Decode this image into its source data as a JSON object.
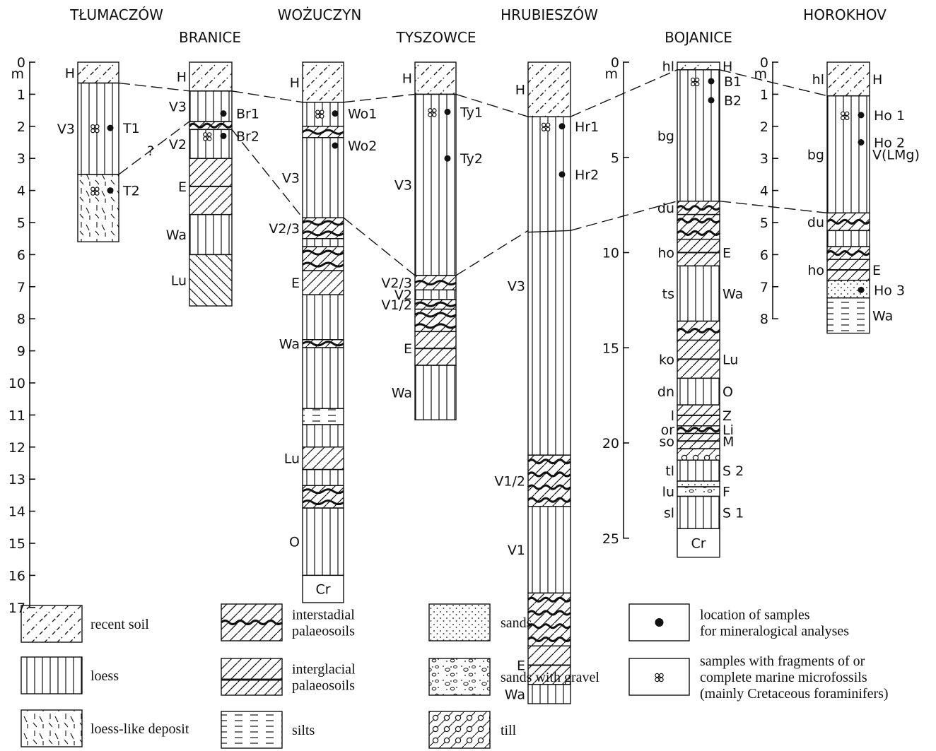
{
  "chart_data": {
    "type": "stratigraphic-section",
    "depth_unit": "m",
    "depth_axes": [
      {
        "name": "left",
        "ticks": [
          "0",
          "1",
          "2",
          "3",
          "4",
          "5",
          "6",
          "7",
          "8",
          "9",
          "10",
          "11",
          "12",
          "13",
          "14",
          "15",
          "16",
          "17"
        ],
        "range": [
          0,
          17
        ]
      },
      {
        "name": "bojanice",
        "ticks": [
          "0",
          "5",
          "10",
          "15",
          "20",
          "25"
        ],
        "range": [
          0,
          25
        ]
      },
      {
        "name": "horokhov",
        "ticks": [
          "0",
          "1",
          "2",
          "3",
          "4",
          "5",
          "6",
          "7",
          "8"
        ],
        "range": [
          0,
          8
        ]
      }
    ],
    "profiles": [
      {
        "name": "TŁUMACZÓW",
        "scale": "left",
        "layers": [
          {
            "top": 0,
            "bottom": 0.65,
            "type": "recent-soil",
            "label": "H"
          },
          {
            "top": 0.65,
            "bottom": 3.5,
            "type": "loess",
            "label": "V3"
          },
          {
            "top": 3.5,
            "bottom": 5.6,
            "type": "loess-like",
            "label": ""
          }
        ],
        "samples": [
          {
            "depth": 2.05,
            "label": "T1",
            "fossil": true
          },
          {
            "depth": 4.0,
            "label": "T2",
            "fossil": true
          }
        ]
      },
      {
        "name": "BRANICE",
        "scale": "left",
        "layers": [
          {
            "top": 0,
            "bottom": 0.9,
            "type": "recent-soil",
            "label": "H"
          },
          {
            "top": 0.9,
            "bottom": 1.85,
            "type": "loess",
            "label": "V3"
          },
          {
            "top": 1.85,
            "bottom": 2.1,
            "type": "interstadial",
            "label": ""
          },
          {
            "top": 2.1,
            "bottom": 3.0,
            "type": "loess",
            "label": "V2"
          },
          {
            "top": 3.0,
            "bottom": 4.75,
            "type": "interglacial",
            "label": "E"
          },
          {
            "top": 4.75,
            "bottom": 6.0,
            "type": "loess",
            "label": "Wa"
          },
          {
            "top": 6.0,
            "bottom": 7.6,
            "type": "interglacial-rev",
            "label": "Lu"
          }
        ],
        "samples": [
          {
            "depth": 1.6,
            "label": "Br1",
            "fossil": false
          },
          {
            "depth": 2.3,
            "label": "Br2",
            "fossil": true
          }
        ]
      },
      {
        "name": "WOŻUCZYN",
        "scale": "left",
        "layers": [
          {
            "top": 0,
            "bottom": 1.25,
            "type": "recent-soil",
            "label": "H"
          },
          {
            "top": 1.25,
            "bottom": 2.0,
            "type": "loess",
            "label": ""
          },
          {
            "top": 2.0,
            "bottom": 2.35,
            "type": "interstadial",
            "label": ""
          },
          {
            "top": 2.35,
            "bottom": 4.85,
            "type": "loess",
            "label": "V3"
          },
          {
            "top": 4.85,
            "bottom": 5.5,
            "type": "interstadial",
            "label": "V2/3"
          },
          {
            "top": 5.5,
            "bottom": 5.75,
            "type": "loess",
            "label": ""
          },
          {
            "top": 5.75,
            "bottom": 6.5,
            "type": "interstadial",
            "label": ""
          },
          {
            "top": 6.5,
            "bottom": 7.25,
            "type": "interglacial",
            "label": "E"
          },
          {
            "top": 7.25,
            "bottom": 8.65,
            "type": "loess",
            "label": ""
          },
          {
            "top": 8.65,
            "bottom": 8.9,
            "type": "interstadial",
            "label": "Wa"
          },
          {
            "top": 8.9,
            "bottom": 10.8,
            "type": "loess",
            "label": ""
          },
          {
            "top": 10.8,
            "bottom": 11.3,
            "type": "silts",
            "label": ""
          },
          {
            "top": 11.3,
            "bottom": 12.0,
            "type": "loess",
            "label": ""
          },
          {
            "top": 12.0,
            "bottom": 12.7,
            "type": "interglacial",
            "label": "Lu"
          },
          {
            "top": 12.7,
            "bottom": 13.2,
            "type": "loess",
            "label": ""
          },
          {
            "top": 13.2,
            "bottom": 13.9,
            "type": "interstadial",
            "label": ""
          },
          {
            "top": 13.9,
            "bottom": 16.0,
            "type": "loess",
            "label": "O"
          },
          {
            "top": 16.0,
            "bottom": 16.85,
            "type": "cr",
            "label": "Cr"
          }
        ],
        "samples": [
          {
            "depth": 1.6,
            "label": "Wo1",
            "fossil": true
          },
          {
            "depth": 2.6,
            "label": "Wo2",
            "fossil": false
          }
        ]
      },
      {
        "name": "TYSZOWCE",
        "scale": "left",
        "layers": [
          {
            "top": 0,
            "bottom": 1.0,
            "type": "recent-soil",
            "label": "H"
          },
          {
            "top": 1.0,
            "bottom": 6.65,
            "type": "loess",
            "label": "V3"
          },
          {
            "top": 6.65,
            "bottom": 7.1,
            "type": "interstadial",
            "label": "V2/3"
          },
          {
            "top": 7.1,
            "bottom": 7.4,
            "type": "loess",
            "label": "V2"
          },
          {
            "top": 7.4,
            "bottom": 7.7,
            "type": "interstadial",
            "label": "V1/2"
          },
          {
            "top": 7.7,
            "bottom": 8.4,
            "type": "interstadial",
            "label": ""
          },
          {
            "top": 8.4,
            "bottom": 9.45,
            "type": "interglacial",
            "label": "E"
          },
          {
            "top": 9.45,
            "bottom": 11.15,
            "type": "loess",
            "label": "Wa"
          }
        ],
        "samples": [
          {
            "depth": 1.55,
            "label": "Ty1",
            "fossil": true
          },
          {
            "depth": 3.0,
            "label": "Ty2",
            "fossil": false
          }
        ]
      },
      {
        "name": "HRUBIESZÓW",
        "scale": "left",
        "layers": [
          {
            "top": 0,
            "bottom": 1.7,
            "type": "recent-soil",
            "label": "H"
          },
          {
            "top": 1.7,
            "bottom": 12.25,
            "type": "loess",
            "label": "V3"
          },
          {
            "top": 12.25,
            "bottom": 13.85,
            "type": "interstadial",
            "label": "V1/2"
          },
          {
            "top": 13.85,
            "bottom": 16.55,
            "type": "loess",
            "label": "V1"
          },
          {
            "top": 16.55,
            "bottom": 18.2,
            "type": "interstadial",
            "label": ""
          },
          {
            "top": 18.2,
            "bottom": 19.4,
            "type": "interglacial",
            "label": "E"
          },
          {
            "top": 19.4,
            "bottom": 20.0,
            "type": "loess",
            "label": "Wa"
          }
        ],
        "samples": [
          {
            "depth": 2.0,
            "label": "Hr1",
            "fossil": true
          },
          {
            "depth": 3.5,
            "label": "Hr2",
            "fossil": false
          }
        ]
      },
      {
        "name": "BOJANICE",
        "scale": "bojanice",
        "layers": [
          {
            "top": 0,
            "bottom": 0.4,
            "type": "recent-soil",
            "left_label": "hl",
            "label": "H"
          },
          {
            "top": 0.4,
            "bottom": 7.3,
            "type": "loess",
            "left_label": "bg",
            "label": ""
          },
          {
            "top": 7.3,
            "bottom": 8.0,
            "type": "interstadial",
            "left_label": "du",
            "label": ""
          },
          {
            "top": 8.0,
            "bottom": 9.3,
            "type": "interstadial",
            "left_label": "",
            "label": ""
          },
          {
            "top": 9.3,
            "bottom": 10.7,
            "type": "interglacial",
            "left_label": "ho",
            "label": "E"
          },
          {
            "top": 10.7,
            "bottom": 13.6,
            "type": "loess",
            "left_label": "ts",
            "label": "Wa"
          },
          {
            "top": 13.6,
            "bottom": 14.6,
            "type": "interstadial",
            "left_label": "",
            "label": ""
          },
          {
            "top": 14.6,
            "bottom": 16.6,
            "type": "interglacial",
            "left_label": "ko",
            "label": "Lu"
          },
          {
            "top": 16.6,
            "bottom": 18.0,
            "type": "loess",
            "left_label": "dn",
            "label": "O"
          },
          {
            "top": 18.0,
            "bottom": 19.1,
            "type": "interglacial",
            "left_label": "l",
            "label": "Z"
          },
          {
            "top": 19.1,
            "bottom": 19.5,
            "type": "interstadial",
            "left_label": "or",
            "label": "Li"
          },
          {
            "top": 19.5,
            "bottom": 20.3,
            "type": "interglacial",
            "left_label": "so",
            "label": "M"
          },
          {
            "top": 20.3,
            "bottom": 20.9,
            "type": "till",
            "left_label": "",
            "label": ""
          },
          {
            "top": 20.9,
            "bottom": 22.0,
            "type": "loess",
            "left_label": "tl",
            "label": "S 2"
          },
          {
            "top": 22.0,
            "bottom": 22.3,
            "type": "sands",
            "left_label": "",
            "label": ""
          },
          {
            "top": 22.3,
            "bottom": 22.8,
            "type": "sands-gravel",
            "left_label": "lu",
            "label": "F"
          },
          {
            "top": 22.8,
            "bottom": 24.5,
            "type": "loess",
            "left_label": "sl",
            "label": "S 1"
          },
          {
            "top": 24.5,
            "bottom": 26.0,
            "type": "cr",
            "left_label": "",
            "label": "Cr"
          }
        ],
        "samples": [
          {
            "depth": 1.0,
            "label": "B1",
            "fossil": true
          },
          {
            "depth": 2.0,
            "label": "B2",
            "fossil": false
          }
        ]
      },
      {
        "name": "HOROKHOV",
        "scale": "horokhov",
        "layers": [
          {
            "top": 0,
            "bottom": 1.05,
            "type": "recent-soil",
            "left_label": "hl",
            "label": "H"
          },
          {
            "top": 1.05,
            "bottom": 4.7,
            "type": "loess",
            "left_label": "bg",
            "label": "V(LMg)"
          },
          {
            "top": 4.7,
            "bottom": 5.25,
            "type": "interstadial",
            "left_label": "du",
            "label": ""
          },
          {
            "top": 5.25,
            "bottom": 5.75,
            "type": "loess",
            "left_label": "",
            "label": ""
          },
          {
            "top": 5.75,
            "bottom": 6.15,
            "type": "interstadial",
            "left_label": "",
            "label": ""
          },
          {
            "top": 6.15,
            "bottom": 6.8,
            "type": "interglacial",
            "left_label": "ho",
            "label": "E"
          },
          {
            "top": 6.8,
            "bottom": 7.35,
            "type": "sands",
            "left_label": "",
            "label": ""
          },
          {
            "top": 7.35,
            "bottom": 8.45,
            "type": "silts",
            "left_label": "",
            "label": "Wa"
          }
        ],
        "samples": [
          {
            "depth": 1.65,
            "label": "Ho 1",
            "fossil": true
          },
          {
            "depth": 2.5,
            "label": "Ho 2",
            "fossil": false
          },
          {
            "depth": 7.1,
            "label": "Ho 3",
            "fossil": false
          }
        ]
      }
    ],
    "correlation_mark": "?",
    "legend": [
      {
        "type": "recent-soil",
        "label": "recent soil"
      },
      {
        "type": "loess",
        "label": "loess"
      },
      {
        "type": "loess-like",
        "label": "loess-like deposit"
      },
      {
        "type": "interstadial",
        "label": "interstadial palaeosoils"
      },
      {
        "type": "interglacial",
        "label": "interglacial palaeosoils"
      },
      {
        "type": "silts",
        "label": "silts"
      },
      {
        "type": "sands",
        "label": "sands"
      },
      {
        "type": "sands-gravel",
        "label": "sands with gravel"
      },
      {
        "type": "till",
        "label": "till"
      },
      {
        "type": "sample-dot",
        "label": "location of samples for mineralogical analyses"
      },
      {
        "type": "fossil",
        "label": "samples with fragments of or complete marine microfossils (mainly Cretaceous foraminifers)"
      }
    ]
  }
}
